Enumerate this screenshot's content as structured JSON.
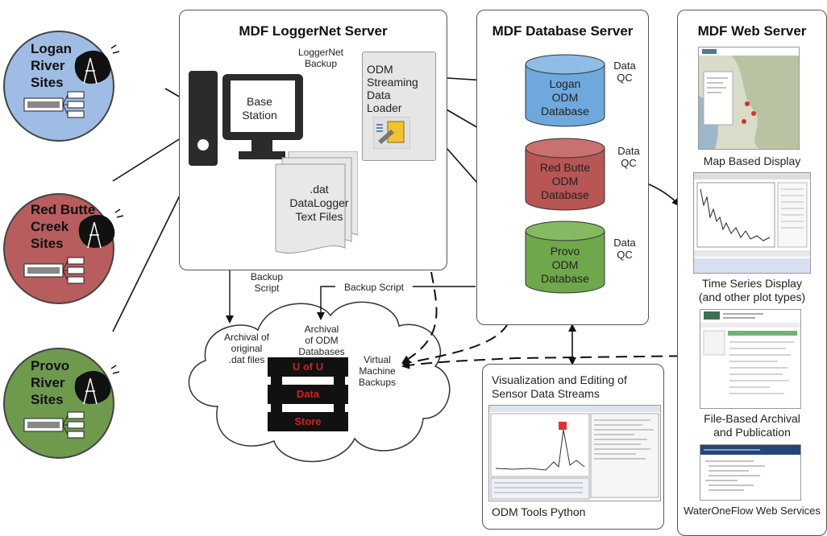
{
  "sites": [
    {
      "label": "Logan\nRiver\nSites",
      "color": "#9fbde4"
    },
    {
      "label": "Red Butte\nCreek\nSites",
      "color": "#b75d5d"
    },
    {
      "label": "Provo\nRiver\nSites",
      "color": "#6f9a4e"
    }
  ],
  "loggernet": {
    "title": "MDF LoggerNet Server",
    "base_station": "Base\nStation",
    "backup": "LoggerNet\nBackup",
    "loader": "ODM\nStreaming\nData\nLoader",
    "files": ".dat\nDataLogger\nText Files"
  },
  "database": {
    "title": "MDF Database Server",
    "dbs": [
      {
        "label": "Logan\nODM\nDatabase",
        "color": "#6fa8dc"
      },
      {
        "label": "Red Butte\nODM\nDatabase",
        "color": "#b85555"
      },
      {
        "label": "Provo\nODM\nDatabase",
        "color": "#6fa84a"
      }
    ],
    "qc": "Data\nQC"
  },
  "web": {
    "title": "MDF Web Server",
    "captions": [
      "Map Based Display",
      "Time Series Display\n(and other plot types)",
      "File-Based Archival\nand Publication",
      "WaterOneFlow Web Services"
    ]
  },
  "backup_script_1": "Backup\nScript",
  "backup_script_2": "Backup Script",
  "cloud": {
    "archival_dat": "Archival of\noriginal\n.dat files",
    "archival_odm": "Archival\nof ODM\nDatabases",
    "vm": "Virtual\nMachine\nBackups",
    "datastore": [
      "U of U",
      "Data",
      "Store"
    ]
  },
  "tools": {
    "title": "Visualization and Editing of\nSensor Data Streams",
    "caption": "ODM Tools Python"
  }
}
